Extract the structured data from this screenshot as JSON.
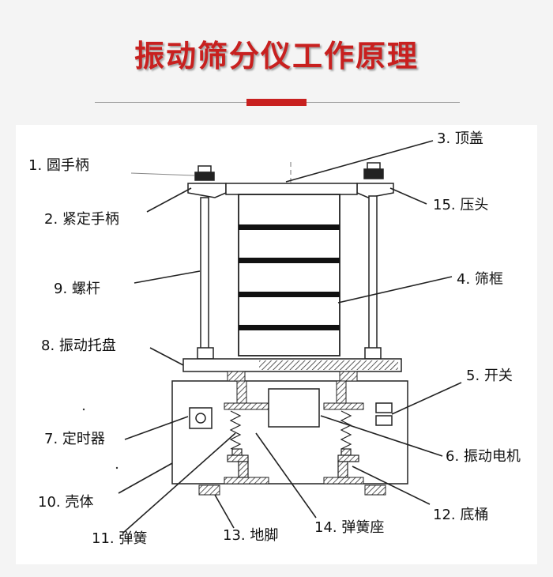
{
  "title": "振动筛分仪工作原理",
  "labels": {
    "l1": "1. 圆手柄",
    "l2": "2. 紧定手柄",
    "l3": "3. 顶盖",
    "l4": "4. 筛框",
    "l5": "5. 开关",
    "l6": "6. 振动电机",
    "l7": "7. 定时器",
    "l8": "8. 振动托盘",
    "l9": "9. 螺杆",
    "l10": "10. 壳体",
    "l11": "11. 弹簧",
    "l12": "12. 底桶",
    "l13": "13. 地脚",
    "l14": "14. 弹簧座",
    "l15": "15. 压头"
  },
  "colors": {
    "accent": "#c8201f",
    "ink": "#1a1a1a",
    "panel": "#ffffff",
    "background": "#f4f4f4"
  }
}
